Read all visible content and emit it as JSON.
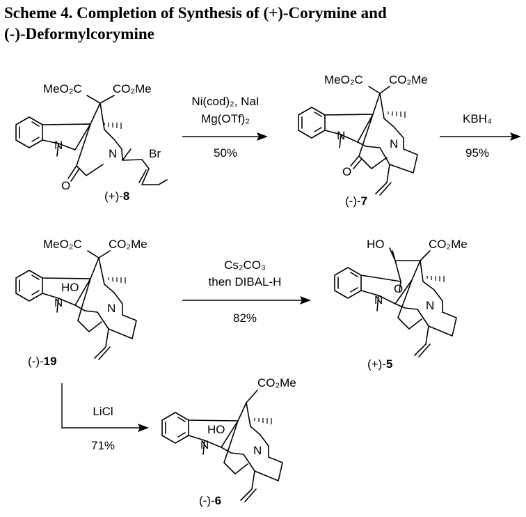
{
  "title": {
    "line1": "Scheme 4. Completion of Synthesis of (+)-Corymine and",
    "line2": "(-)-Deformylcorymine"
  },
  "compounds": {
    "c8": {
      "ester_left": "MeO₂C",
      "ester_right": "CO₂Me",
      "atoms": {
        "n_indoline": "N",
        "n_amine": "N",
        "br": "Br",
        "o": "O"
      },
      "label_prefix": "(+)-",
      "label_number": "8"
    },
    "c7": {
      "ester_left": "MeO₂C",
      "ester_right": "CO₂Me",
      "atoms": {
        "n_indoline": "N",
        "n_amine": "N",
        "o": "O"
      },
      "label_prefix": "(-)-",
      "label_number": "7"
    },
    "c19": {
      "ester_left": "MeO₂C",
      "ester_right": "CO₂Me",
      "atoms": {
        "n_indoline": "N",
        "n_amine": "N",
        "ho": "HO"
      },
      "label_prefix": "(-)-",
      "label_number": "19"
    },
    "c5": {
      "ho": "HO",
      "ester_right": "CO₂Me",
      "atoms": {
        "n_indoline": "N",
        "n_amine": "N",
        "o": "O"
      },
      "label_prefix": "(+)-",
      "label_number": "5"
    },
    "c6": {
      "ester_right": "CO₂Me",
      "atoms": {
        "n_indoline": "N",
        "n_amine": "N",
        "ho": "HO"
      },
      "label_prefix": "(-)-",
      "label_number": "6"
    }
  },
  "reactions": {
    "step1": {
      "reagent_line1": "Ni(cod)₂, NaI",
      "reagent_line2": "Mg(OTf)₂",
      "yield": "50%"
    },
    "step2": {
      "reagent": "KBH₄",
      "yield": "95%"
    },
    "step3": {
      "reagent_line1": "Cs₂CO₃",
      "reagent_line2": "then DIBAL-H",
      "yield": "82%"
    },
    "step4": {
      "reagent": "LiCl",
      "yield": "71%"
    }
  }
}
